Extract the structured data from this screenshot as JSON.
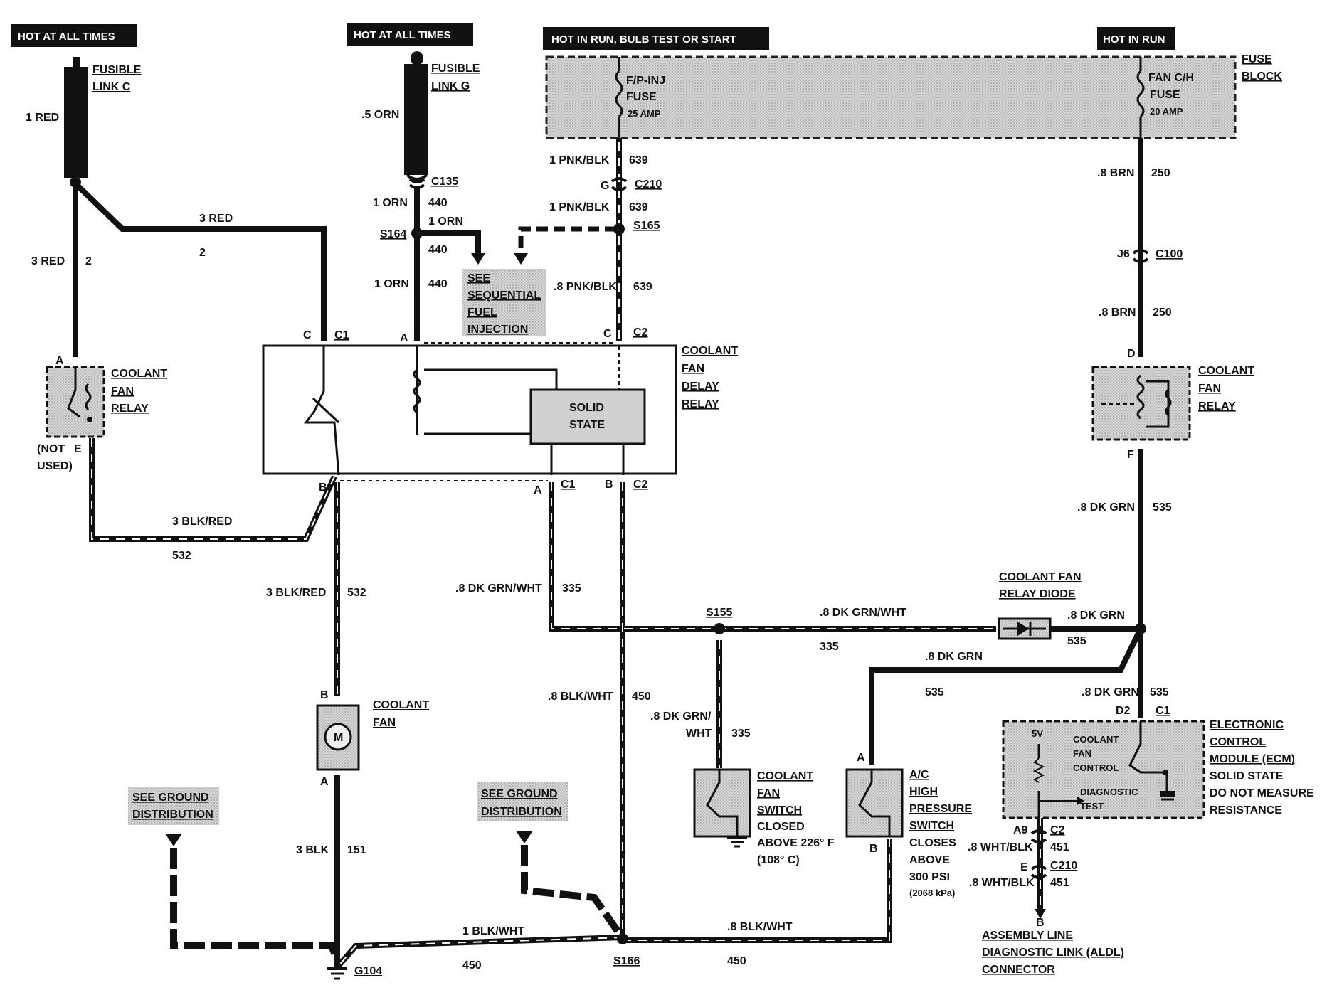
{
  "colors": {
    "wire": "#111111",
    "shade": "#c9c9c9",
    "fuse_block": "#cfcfcf",
    "label_bg": "#111111"
  },
  "headers": {
    "hot_c": "HOT AT ALL TIMES",
    "hot_g": "HOT AT ALL TIMES",
    "hot_run_bulb": "HOT IN RUN, BULB TEST OR START",
    "hot_run": "HOT IN RUN"
  },
  "fusible_link_c": {
    "line1": "FUSIBLE",
    "line2": "LINK C"
  },
  "fusible_link_g": {
    "line1": "FUSIBLE",
    "line2": "LINK G"
  },
  "fuse_block": {
    "line1": "FUSE",
    "line2": "BLOCK"
  },
  "fuse_fpinj": {
    "line1": "F/P-INJ",
    "line2": "FUSE",
    "line3": "25 AMP"
  },
  "fuse_fanch": {
    "line1": "FAN C/H",
    "line2": "FUSE",
    "line3": "20 AMP"
  },
  "wires": {
    "red_1": "1 RED",
    "red_3_a": "3 RED",
    "red_3_a_circuit": "2",
    "red_3_b": "3 RED",
    "red_3_b_circuit": "2",
    "orn_05": ".5 ORN",
    "orn_1_a": "1 ORN",
    "orn_1_a_circuit": "440",
    "orn_1_b": "1 ORN",
    "orn_1_c": "440",
    "orn_1_d": "1 ORN",
    "orn_1_d_circuit": "440",
    "pnk_1_a": "1 PNK/BLK",
    "pnk_1_a_circuit": "639",
    "pnk_1_b": "1 PNK/BLK",
    "pnk_1_b_circuit": "639",
    "pnk_08": ".8 PNK/BLK",
    "pnk_08_circuit": "639",
    "brn_a": ".8 BRN",
    "brn_a_circuit": "250",
    "brn_b": ".8 BRN",
    "brn_b_circuit": "250",
    "blkred_a": "3 BLK/RED",
    "blkred_a_circuit": "532",
    "blkred_b": "3 BLK/RED",
    "blkred_b_circuit": "532",
    "dkgrnwht_a": ".8 DK GRN/WHT",
    "dkgrnwht_a_circuit": "335",
    "dkgrnwht_b": ".8 DK GRN/WHT",
    "dkgrnwht_b_circuit": "335",
    "dkgrnwht_c1": ".8 DK GRN/",
    "dkgrnwht_c2": "WHT",
    "dkgrnwht_c_circuit": "335",
    "dkgrn_a": ".8 DK GRN",
    "dkgrn_a_circuit": "535",
    "dkgrn_b": ".8 DK GRN",
    "dkgrn_b_circuit": "535",
    "dkgrn_c": ".8 DK GRN",
    "dkgrn_c_circuit": "535",
    "dkgrn_d": ".8 DK GRN",
    "dkgrn_d_circuit": "535",
    "blkwht_a": ".8 BLK/WHT",
    "blkwht_a_circuit": "450",
    "blkwht_b": "1 BLK/WHT",
    "blkwht_b_circuit": "450",
    "blkwht_c": ".8 BLK/WHT",
    "blkwht_c_circuit": "450",
    "blk_3": "3 BLK",
    "blk_3_circuit": "151",
    "whtblk_a": ".8 WHT/BLK",
    "whtblk_a_circuit": "451",
    "whtblk_b": ".8 WHT/BLK",
    "whtblk_b_circuit": "451"
  },
  "connectors": {
    "c135": "C135",
    "s164": "S164",
    "s165": "S165",
    "c210_top": "C210",
    "g_pin": "G",
    "c100": "C100",
    "j6": "J6",
    "d_pin": "D",
    "f_pin": "F",
    "c_left": "C",
    "c1_left": "C1",
    "a_top": "A",
    "c_right": "C",
    "c2_top": "C2",
    "b_bot": "B",
    "a_bot": "A",
    "c1_bot": "C1",
    "b2_bot": "B",
    "c2_bot": "C2",
    "s155": "S155",
    "s166": "S166",
    "g104": "G104",
    "relay_a": "A",
    "relay_e": "E",
    "fan_b": "B",
    "fan_a": "A",
    "sw_a": "A",
    "sw_b": "B",
    "d2": "D2",
    "c1_ecm": "C1",
    "a9": "A9",
    "c2_ecm": "C2",
    "e_pin": "E",
    "c210_bot": "C210",
    "b_aldl": "B"
  },
  "see_sfi": {
    "line1": "SEE",
    "line2": "SEQUENTIAL",
    "line3": "FUEL",
    "line4": "INJECTION"
  },
  "see_ground_1": {
    "line1": "SEE GROUND",
    "line2": "DISTRIBUTION"
  },
  "see_ground_2": {
    "line1": "SEE GROUND",
    "line2": "DISTRIBUTION"
  },
  "coolant_fan_relay_left": {
    "line1": "COOLANT",
    "line2": "FAN",
    "line3": "RELAY"
  },
  "not_used": {
    "line1": "(NOT",
    "line2": "USED)"
  },
  "coolant_fan_delay_relay": {
    "line1": "COOLANT",
    "line2": "FAN",
    "line3": "DELAY",
    "line4": "RELAY"
  },
  "solid_state": {
    "line1": "SOLID",
    "line2": "STATE"
  },
  "coolant_fan_relay_right": {
    "line1": "COOLANT",
    "line2": "FAN",
    "line3": "RELAY"
  },
  "coolant_fan_relay_diode": {
    "line1": "COOLANT FAN",
    "line2": "RELAY DIODE"
  },
  "coolant_fan": {
    "line1": "COOLANT",
    "line2": "FAN",
    "motor": "M"
  },
  "coolant_fan_switch": {
    "line1": "COOLANT",
    "line2": "FAN",
    "line3": "SWITCH",
    "line4": "CLOSED",
    "line5": "ABOVE 226° F",
    "line6": "(108° C)"
  },
  "ac_switch": {
    "line1": "A/C",
    "line2": "HIGH",
    "line3": "PRESSURE",
    "line4": "SWITCH",
    "line5": "CLOSES",
    "line6": "ABOVE",
    "line7": "300 PSI",
    "line8": "(2068 kPa)"
  },
  "ecm": {
    "line1": "ELECTRONIC",
    "line2": "CONTROL",
    "line3": "MODULE (ECM)",
    "line4": "SOLID STATE",
    "line5": "DO NOT MEASURE",
    "line6": "RESISTANCE"
  },
  "ecm_inner": {
    "v5": "5V",
    "cfc1": "COOLANT",
    "cfc2": "FAN",
    "cfc3": "CONTROL",
    "diag1": "DIAGNOSTIC",
    "diag2": "TEST"
  },
  "aldl": {
    "line1": "ASSEMBLY LINE",
    "line2": "DIAGNOSTIC LINK (ALDL)",
    "line3": "CONNECTOR"
  }
}
